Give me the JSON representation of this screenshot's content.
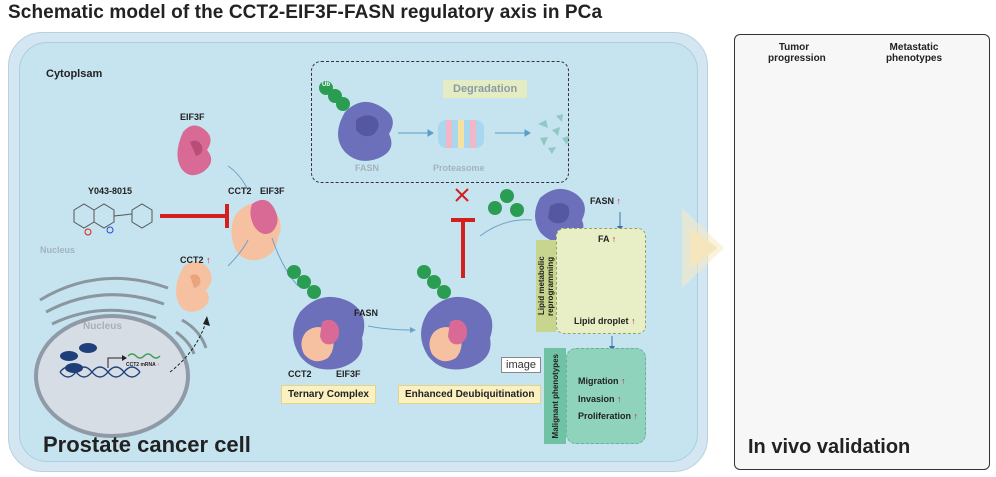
{
  "title": "Schematic model of the CCT2-EIF3F-FASN regulatory axis in PCa",
  "cell": {
    "cytoplasm_label": "Cytoplsam",
    "nucleus_label_faded": "Nucleus",
    "nucleus_label": "Nucleus",
    "caption": "Prostate cancer cell"
  },
  "molecules": {
    "eif3f": "EIF3F",
    "inhibitor": "Y043-8015",
    "cct2_up": "CCT2",
    "complex_cct2": "CCT2",
    "complex_eif3f": "EIF3F",
    "ternary_fasn": "FASN",
    "ternary_cct2": "CCT2",
    "ternary_eif3f": "EIF3F",
    "mrna": "CCT2 mRNA",
    "ub": "Ub"
  },
  "degradation": {
    "tag": "Degradation",
    "fasn": "FASN",
    "proteasome": "Proteasome"
  },
  "labels": {
    "ternary_complex": "Ternary Complex",
    "enhanced_deubiq": "Enhanced Deubiquitination",
    "fasn_up": "FASN",
    "fa_up": "FA",
    "lipid_droplet": "Lipid droplet",
    "lipid_reprog": "Lipid metabolic reprogramming",
    "malignant": "Malignant phenotypes",
    "migration": "Migration",
    "invasion": "Invasion",
    "proliferation": "Proliferation",
    "image_tag": "image",
    "up_arrow": "↑"
  },
  "vivo": {
    "col1": "Tumor progression",
    "col2": "Metastatic phenotypes",
    "caption": "In vivo validation"
  },
  "colors": {
    "cell_bg": "#c6e4ef",
    "fasn": "#6c6fb9",
    "eif3f": "#d86a95",
    "cct2": "#f6c1a0",
    "ub": "#2a9d52",
    "inhibit": "#d41f1f",
    "mouse": "#4a4644",
    "tumor": "#c0392b"
  }
}
